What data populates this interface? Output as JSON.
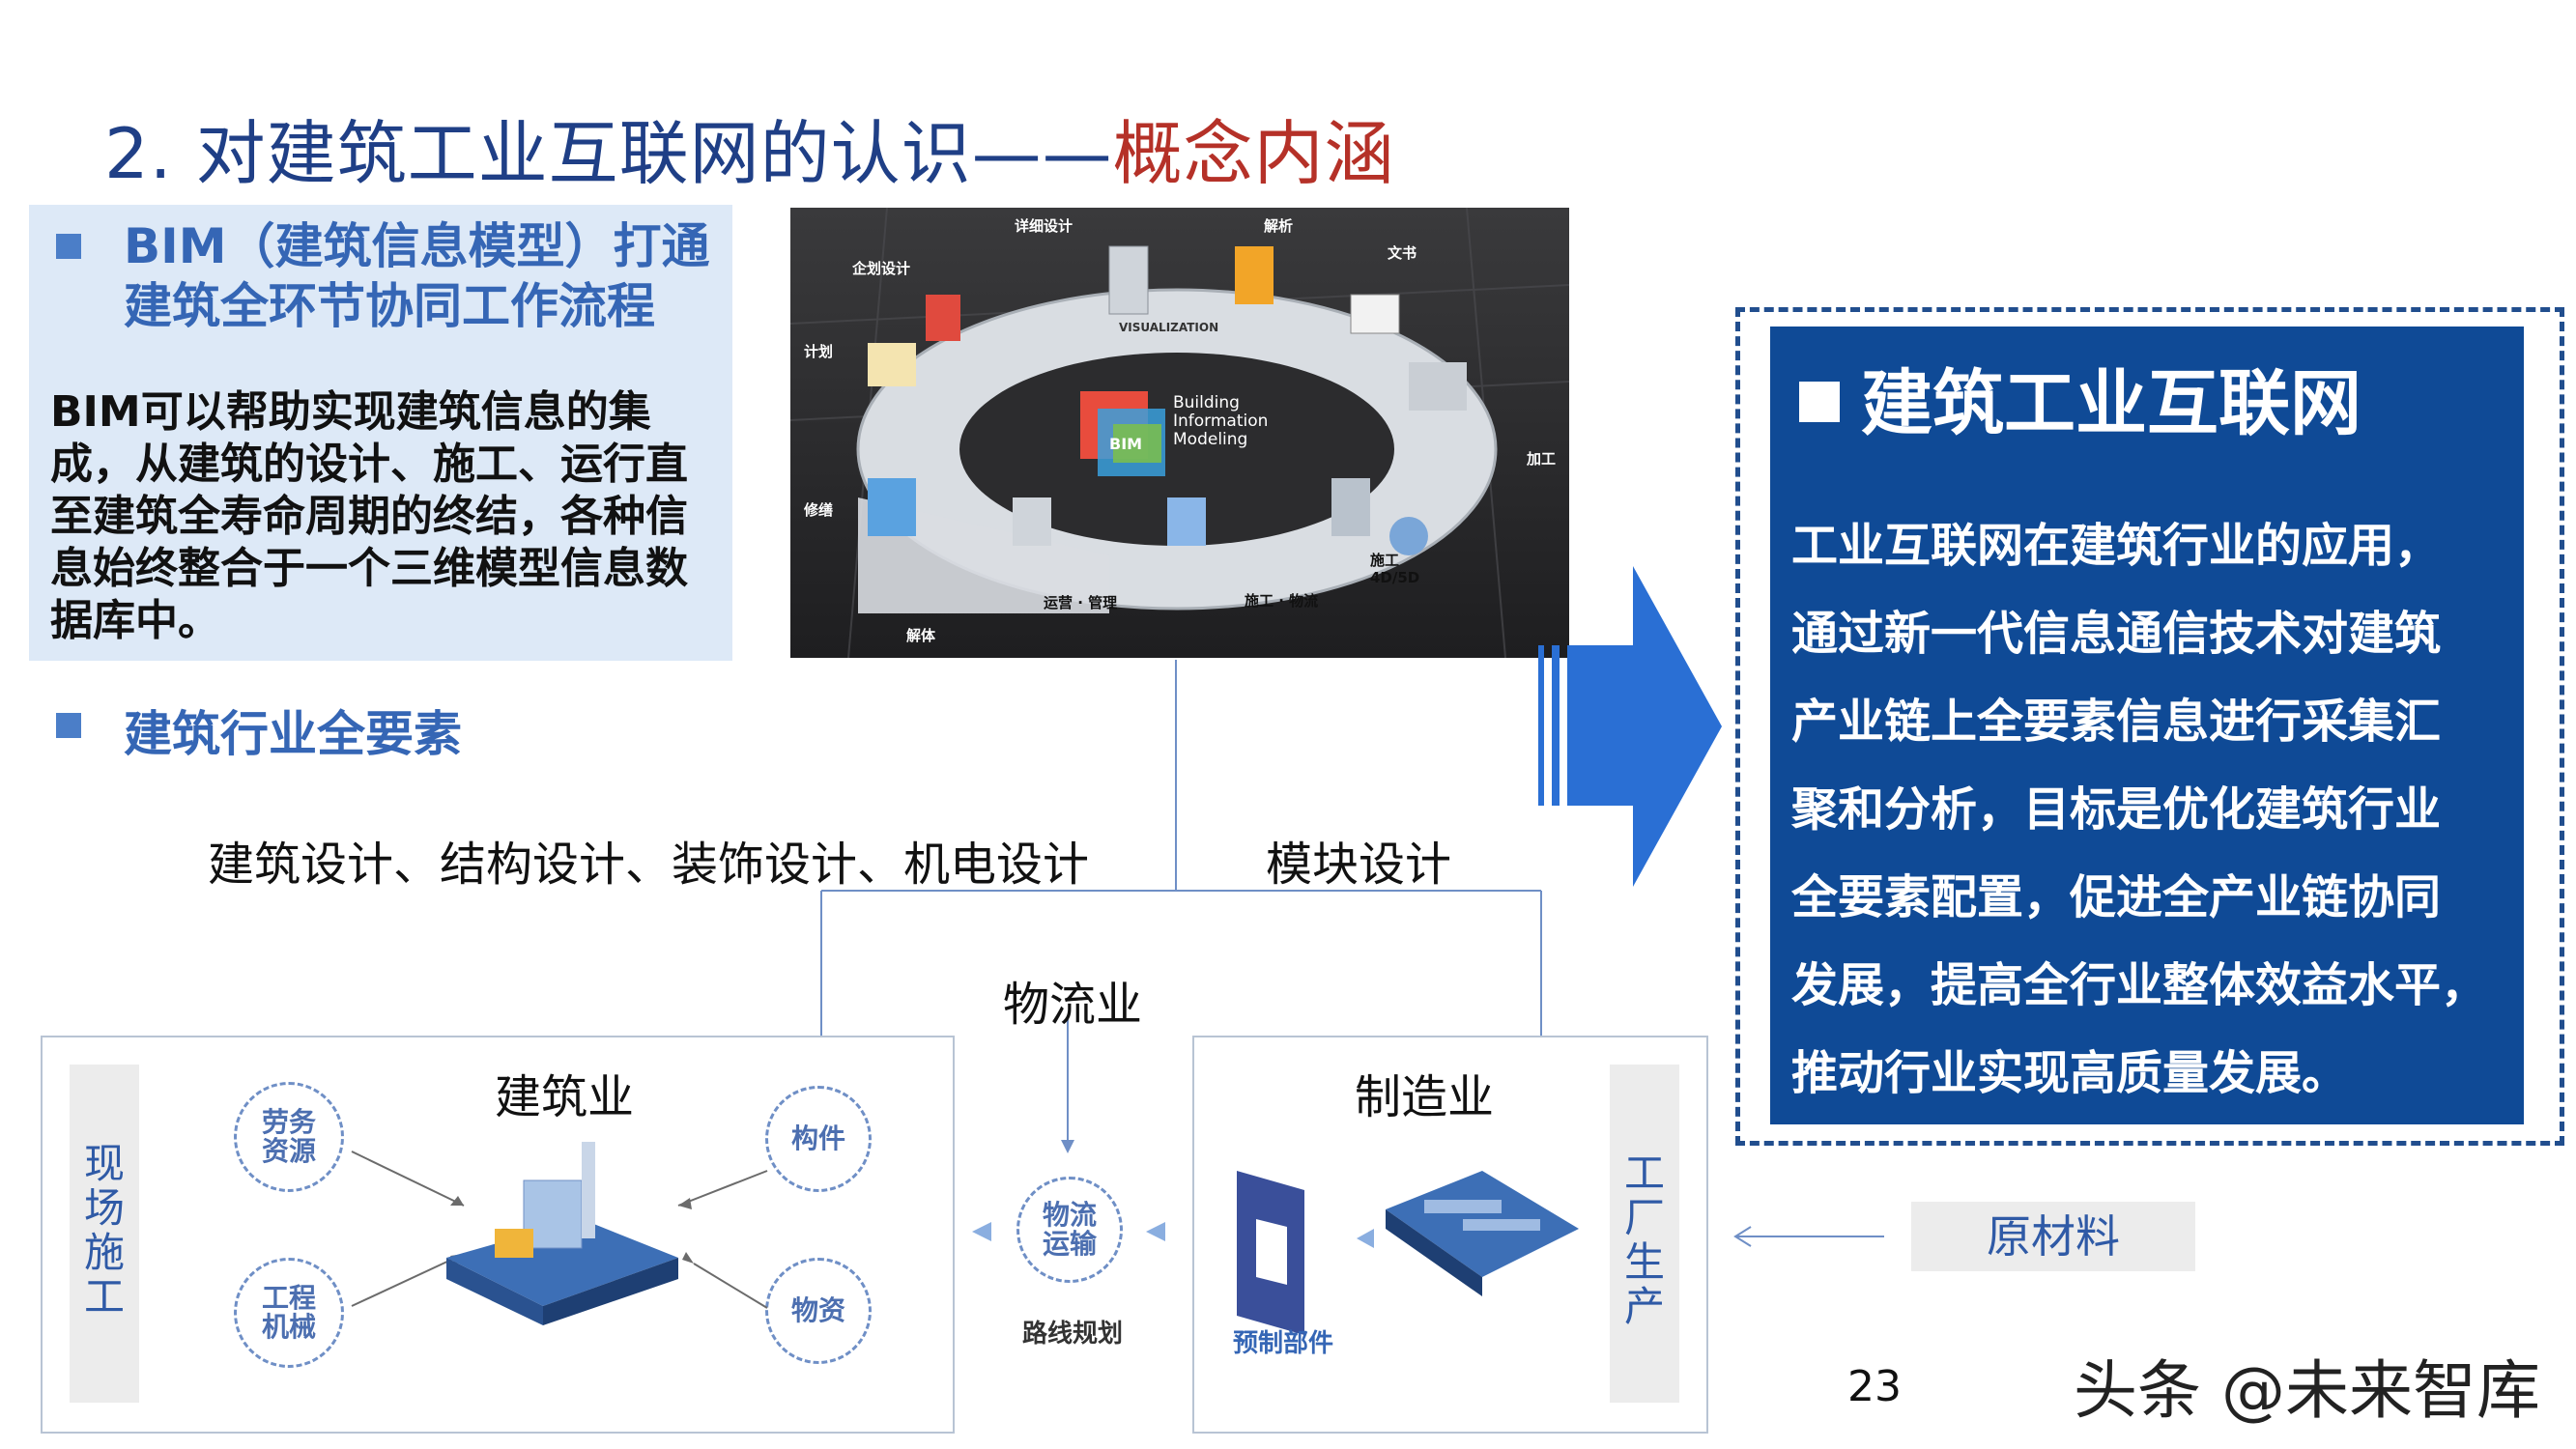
{
  "title": {
    "prefix": "2.  对建筑工业互联网的认识——",
    "accent": "概念内涵"
  },
  "bim": {
    "heading_line1": "BIM（建筑信息模型）打通",
    "heading_line2": "建筑全环节协同工作流程",
    "body": "BIM可以帮助实现建筑信息的集成，从建筑的设计、施工、运行直至建筑全寿命周期的终结，各种信息始终整合于一个三维模型信息数据库中。"
  },
  "elements_heading": "建筑行业全要素",
  "image_labels": {
    "detail_design": "详细设计",
    "analysis": "解析",
    "planning_design": "企划设计",
    "documents": "文书",
    "plan": "计划",
    "visualization": "VISUALIZATION",
    "bim_logo": "BIM",
    "bim_line1": "Building",
    "bim_line2": "Information",
    "bim_line3": "Modeling",
    "processing": "加工",
    "repair": "修缮",
    "construction": "施工",
    "construction_sub": "4D/5D",
    "demolish": "解体",
    "operation": "运营 · 管理",
    "logistics": "施工 · 物流"
  },
  "design_text": "建筑设计、结构设计、装饰设计、机电设计",
  "module_text": "模块设计",
  "logistics_text": "物流业",
  "construction_box": {
    "title": "建筑业",
    "side_label": "现场施工",
    "circles": {
      "labor": "劳务资源",
      "component": "构件",
      "machinery": "工程机械",
      "materials": "物资"
    }
  },
  "flow": {
    "circle": "物流运输",
    "route": "路线规划"
  },
  "manufacturing_box": {
    "title": "制造业",
    "side_label": "工厂生产",
    "prefab": "预制部件"
  },
  "card": {
    "heading": "建筑工业互联网",
    "lines": [
      "工业互联网在建筑行业的应用，",
      "通过新一代信息通信技术对建筑",
      "产业链上全要素信息进行采集汇",
      "聚和分析，目标是优化建筑行业",
      "全要素配置，促进全产业链协同",
      "发展，提高全行业整体效益水平，",
      "推动行业实现高质量发展。"
    ]
  },
  "raw_material": "原材料",
  "page_number": "23",
  "watermark": "头条 @未来智库",
  "colors": {
    "title_blue": "#1f3f86",
    "title_red": "#b53128",
    "card_blue": "#0f4a96",
    "arrow_blue": "#2a6fd4",
    "heading_blue": "#3566b5"
  }
}
